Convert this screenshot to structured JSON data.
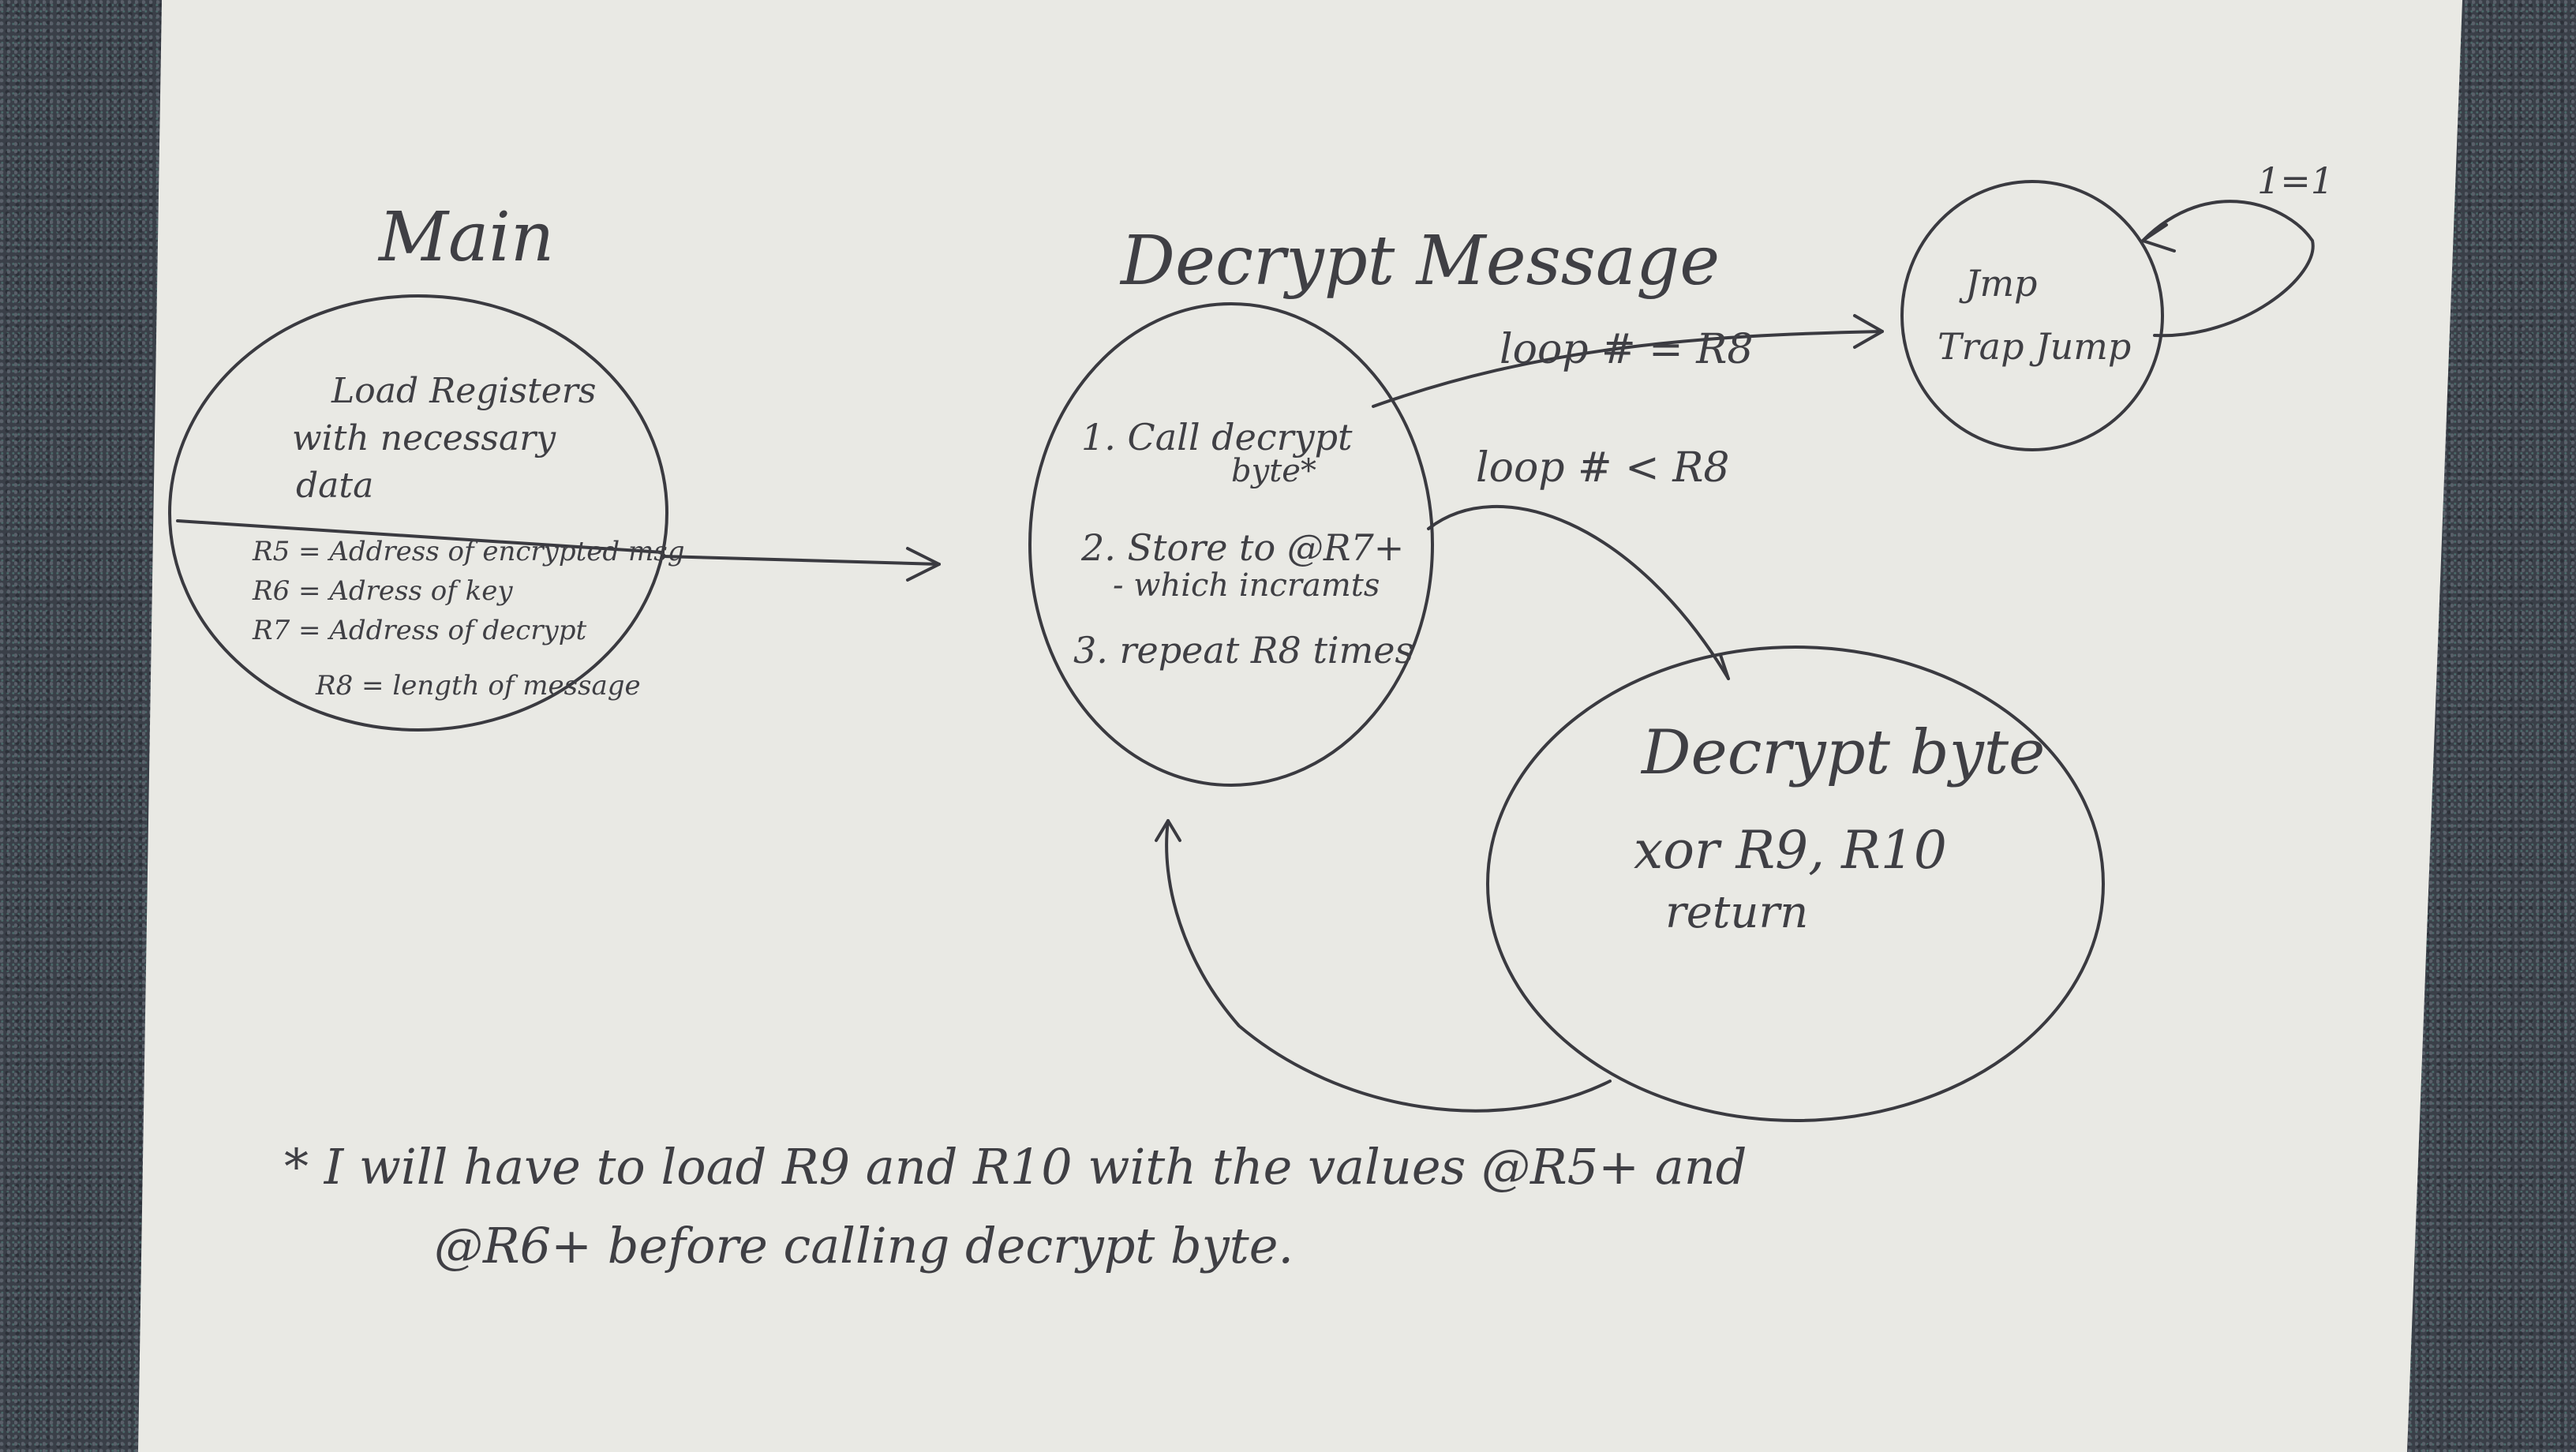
{
  "diagram": {
    "labels": {
      "main_title": "Main",
      "decrypt_message_title": "Decrypt Message",
      "loop_eq_label": "loop # = R8",
      "loop_lt_label": "loop # < R8",
      "jump_condition_label": "1=1"
    },
    "main_node": {
      "header_lines": [
        "Load Registers",
        "with necessary",
        "data"
      ],
      "register_lines": [
        "R5 = Address of encrypted msg",
        "R6 = Adress of key",
        "R7 = Address of decrypt",
        "R8 = length of message"
      ]
    },
    "decrypt_message_node": {
      "lines": [
        "1. Call decrypt",
        "byte*",
        "2. Store to @R7+",
        "- which incramts",
        "3. repeat R8 times"
      ]
    },
    "trap_node": {
      "lines": [
        "Jmp",
        "Trap Jump"
      ]
    },
    "decrypt_byte_node": {
      "lines": [
        "Decrypt byte",
        "xor R9, R10",
        "return"
      ]
    },
    "footnote": {
      "lines": [
        "* I will have to load R9 and R10 with the values @R5+ and",
        "@R6+ before calling decrypt byte."
      ]
    }
  }
}
